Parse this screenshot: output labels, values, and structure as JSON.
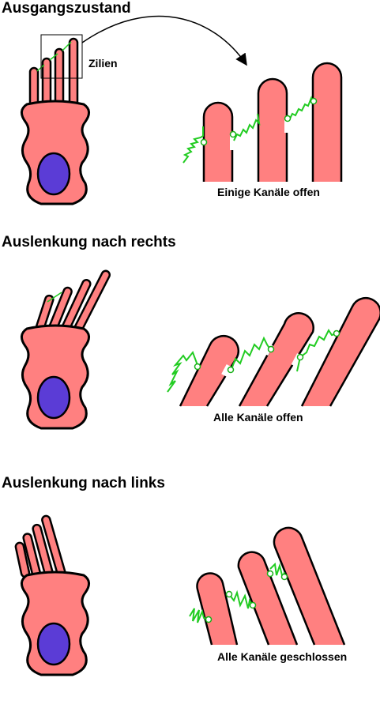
{
  "colors": {
    "cell": "#ff8080",
    "nucleus": "#5b3cd6",
    "spring": "#22cc22",
    "outline": "#000000"
  },
  "panels": [
    {
      "title": "Ausgangszustand",
      "label": "Zilien",
      "caption": "Einige Kanäle offen"
    },
    {
      "title": "Auslenkung nach rechts",
      "caption": "Alle Kanäle offen"
    },
    {
      "title": "Auslenkung nach links",
      "caption": "Alle Kanäle geschlossen"
    }
  ]
}
